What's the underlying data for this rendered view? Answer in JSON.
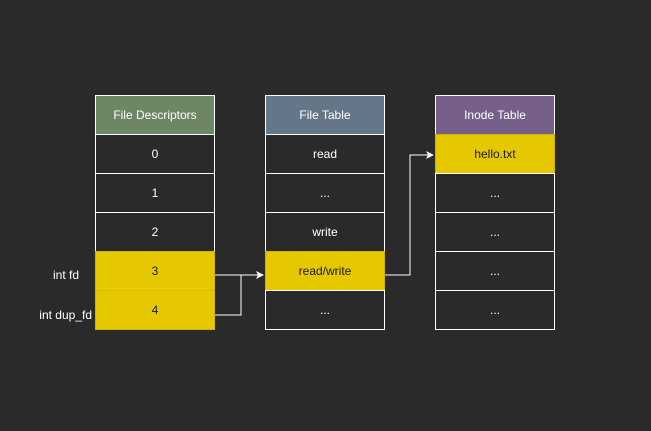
{
  "colors": {
    "background": "#2a2a2a",
    "highlight": "#e6c800",
    "fd_header": "#6d8764",
    "file_header": "#647687",
    "inode_header": "#76608a",
    "border": "#ffffff"
  },
  "fd_table": {
    "header": "File Descriptors",
    "rows": [
      "0",
      "1",
      "2",
      "3",
      "4"
    ]
  },
  "file_table": {
    "header": "File Table",
    "rows": [
      "read",
      "...",
      "write",
      "read/write",
      "..."
    ]
  },
  "inode_table": {
    "header": "Inode Table",
    "rows": [
      "hello.txt",
      "...",
      "...",
      "...",
      "..."
    ]
  },
  "labels": {
    "fd": "int fd",
    "dup_fd": "int dup_fd"
  }
}
